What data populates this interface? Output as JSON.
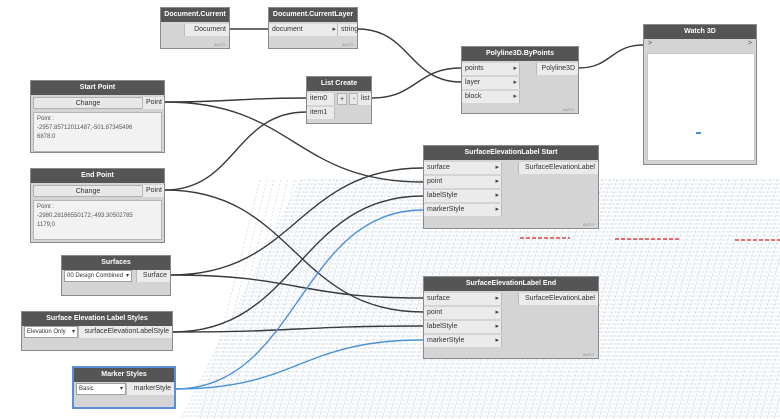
{
  "nodes": {
    "doc_current": {
      "title": "Document.Current",
      "output": "Document",
      "footer": "AUTO"
    },
    "doc_layer": {
      "title": "Document.CurrentLayer",
      "input": "document",
      "output": "string",
      "footer": "AUTO"
    },
    "polyline": {
      "title": "Polyline3D.ByPoints",
      "inputs": [
        "points",
        "layer",
        "block"
      ],
      "output": "Polyline3D",
      "footer": "AUTO"
    },
    "watch3d": {
      "title": "Watch 3D",
      "in_chev": ">",
      "out_chev": ">"
    },
    "start_point": {
      "title": "Start Point",
      "button": "Change",
      "output": "Point",
      "preview": [
        "Point :",
        "-2957.85712011487;-501.87345496",
        "6878;0"
      ]
    },
    "end_point": {
      "title": "End Point",
      "button": "Change",
      "output": "Point",
      "preview": [
        "Point :",
        "-2980.28186550172;-493.30502785",
        "1179;0"
      ]
    },
    "list_create": {
      "title": "List Create",
      "inputs": [
        "item0",
        "item1"
      ],
      "plus": "+",
      "minus": "-",
      "output": "list"
    },
    "label_start": {
      "title": "SurfaceElevationLabel Start",
      "inputs": [
        "surface",
        "point",
        "labelStyle",
        "markerStyle"
      ],
      "output": "SurfaceElevationLabel",
      "footer": "AUTO"
    },
    "label_end": {
      "title": "SurfaceElevationLabel End",
      "inputs": [
        "surface",
        "point",
        "labelStyle",
        "markerStyle"
      ],
      "output": "SurfaceElevationLabel",
      "footer": "AUTO"
    },
    "surfaces": {
      "title": "Surfaces",
      "selected": "00 Design Combined",
      "output": "Surface"
    },
    "label_styles": {
      "title": "Surface Elevation Label Styles",
      "selected": "Elevation Only",
      "output": "surfaceElevationLabelStyle"
    },
    "marker_styles": {
      "title": "Marker Styles",
      "selected": "Basic",
      "output": "markerStyle"
    }
  },
  "colors": {
    "header": "#555555",
    "node_body": "#d4d4d4",
    "wire": "#3a3a3a",
    "selected_wire": "#4a90d9",
    "grid": "#6f8fb3",
    "polyline": "#e04040"
  }
}
